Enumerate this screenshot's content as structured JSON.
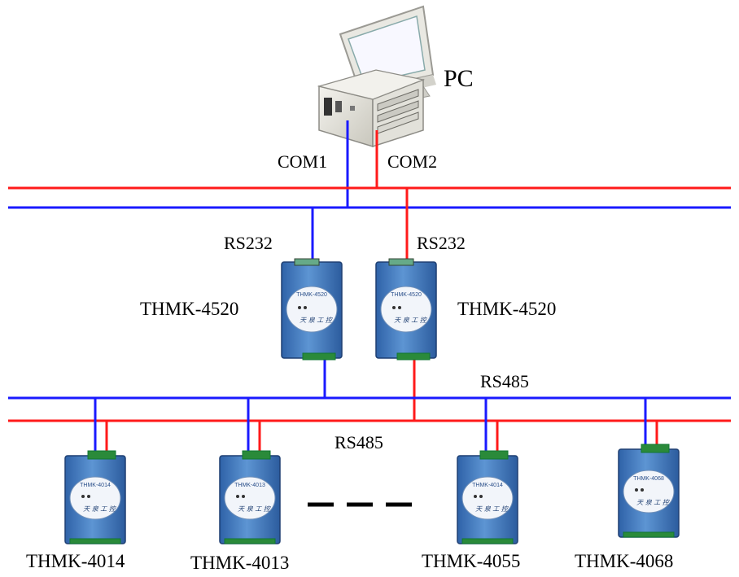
{
  "pc": {
    "label": "PC"
  },
  "ports": {
    "com1": "COM1",
    "com2": "COM2"
  },
  "converters": [
    {
      "interface": "RS232",
      "model": "THMK-4520",
      "face_model": "THMK-4520"
    },
    {
      "interface": "RS232",
      "model": "THMK-4520",
      "face_model": "THMK-4520"
    }
  ],
  "buses": {
    "upper": "RS485",
    "lower": "RS485"
  },
  "modules": [
    {
      "model": "THMK-4014",
      "face_model": "THMK-4014"
    },
    {
      "model": "THMK-4013",
      "face_model": "THMK-4013"
    },
    {
      "model": "THMK-4055",
      "face_model": "THMK-4014"
    },
    {
      "model": "THMK-4068",
      "face_model": "THMK-4068"
    }
  ],
  "colors": {
    "bus_blue": "#1a1aff",
    "bus_red": "#ff1a1a",
    "device_blue": "#4f86c6"
  }
}
